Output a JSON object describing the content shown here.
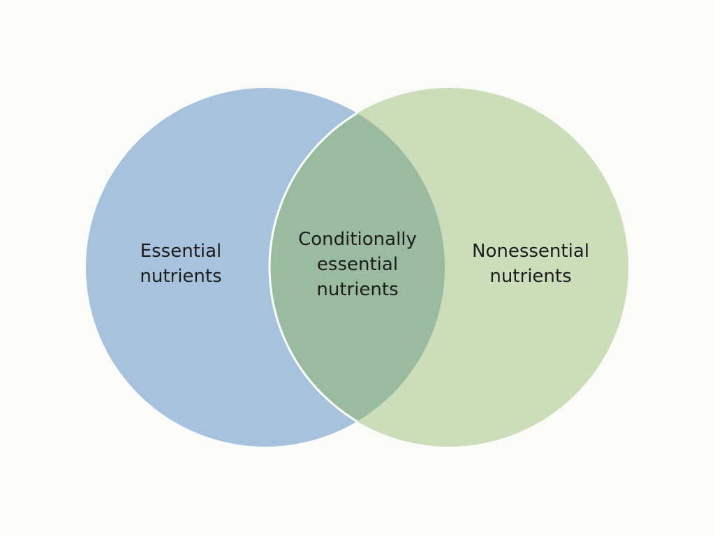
{
  "sets": [
    {
      "id": "essential",
      "lines": [
        "Essential",
        "nutrients"
      ],
      "color": "#a7c2dd"
    },
    {
      "id": "nonessential",
      "lines": [
        "Nonessential",
        "nutrients"
      ],
      "color": "#cbddb9"
    }
  ],
  "intersection": {
    "lines": [
      "Conditionally",
      "essential",
      "nutrients"
    ],
    "color": "#9bbba1"
  },
  "outline_color": "#ffffff"
}
